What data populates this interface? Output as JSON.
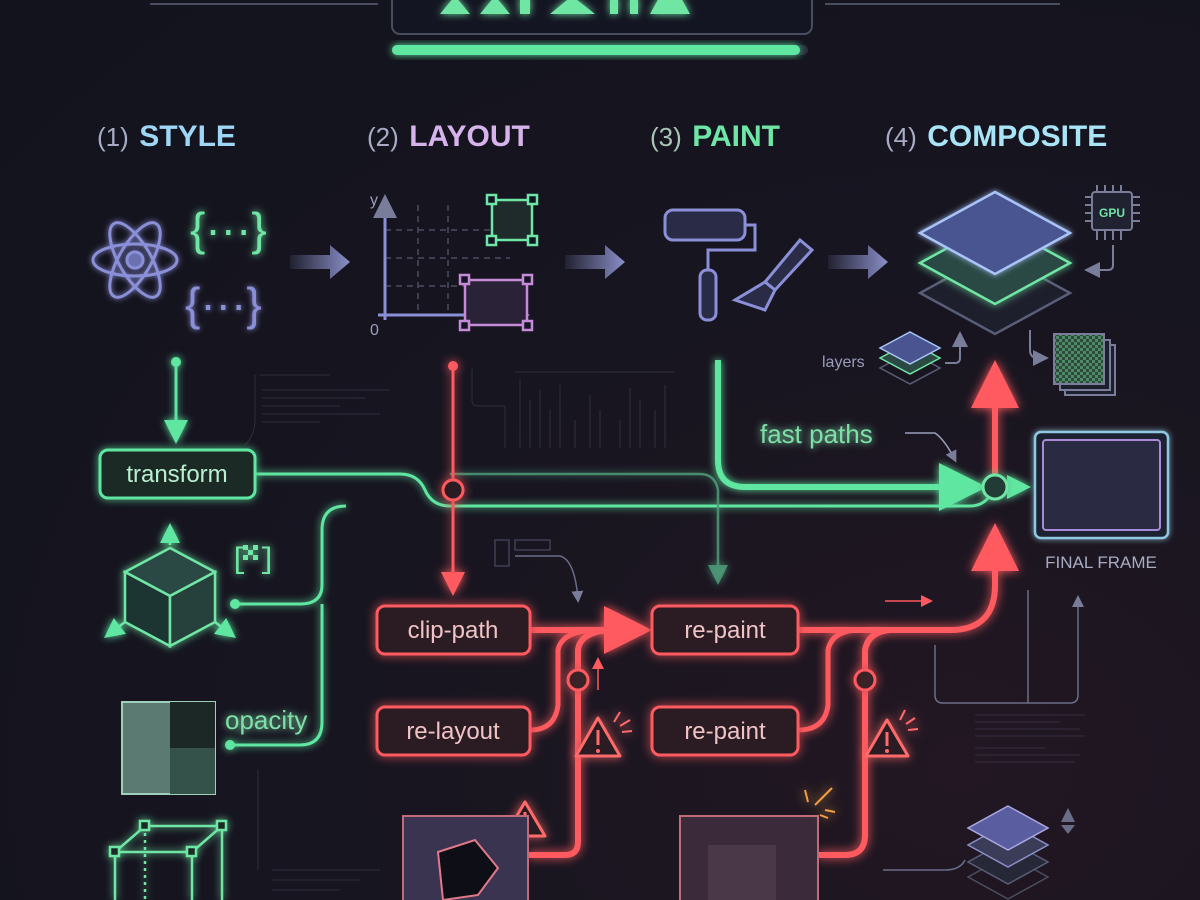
{
  "header": {
    "progress_percent": 100,
    "progress_color": "#5ee6a0"
  },
  "stages": [
    {
      "num": "(1)",
      "name": "STYLE",
      "color": "#9fd6f5"
    },
    {
      "num": "(2)",
      "name": "LAYOUT",
      "color": "#d7b3ec"
    },
    {
      "num": "(3)",
      "name": "PAINT",
      "color": "#6fe6a5"
    },
    {
      "num": "(4)",
      "name": "COMPOSITE",
      "color": "#a9e4f7"
    }
  ],
  "icons": {
    "style": [
      "atom-icon",
      "braces-icon",
      "braces-icon"
    ],
    "layout": [
      "axis-grid-icon",
      "bounding-box-icon"
    ],
    "paint": [
      "paint-roller-icon",
      "paintbrush-icon"
    ],
    "composite": [
      "layer-stack-icon",
      "gpu-chip-icon",
      "tiles-icon"
    ]
  },
  "layout_axis": {
    "y_label": "y",
    "origin_label": "0"
  },
  "gpu_label": "GPU",
  "layers_label": "layers",
  "fast_paths_label": "fast paths",
  "final_frame_label": "FINAL FRAME",
  "fast_nodes": [
    {
      "label": "transform"
    },
    {
      "label": "opacity"
    }
  ],
  "slow_nodes": [
    {
      "label": "clip-path"
    },
    {
      "label": "re-layout"
    },
    {
      "label": "re-paint"
    },
    {
      "label": "re-paint"
    }
  ],
  "colors": {
    "fast": "#5ee6a0",
    "slow": "#ff5a5f",
    "neutral": "#8a8fc8",
    "warning": "#ff6a6a"
  }
}
